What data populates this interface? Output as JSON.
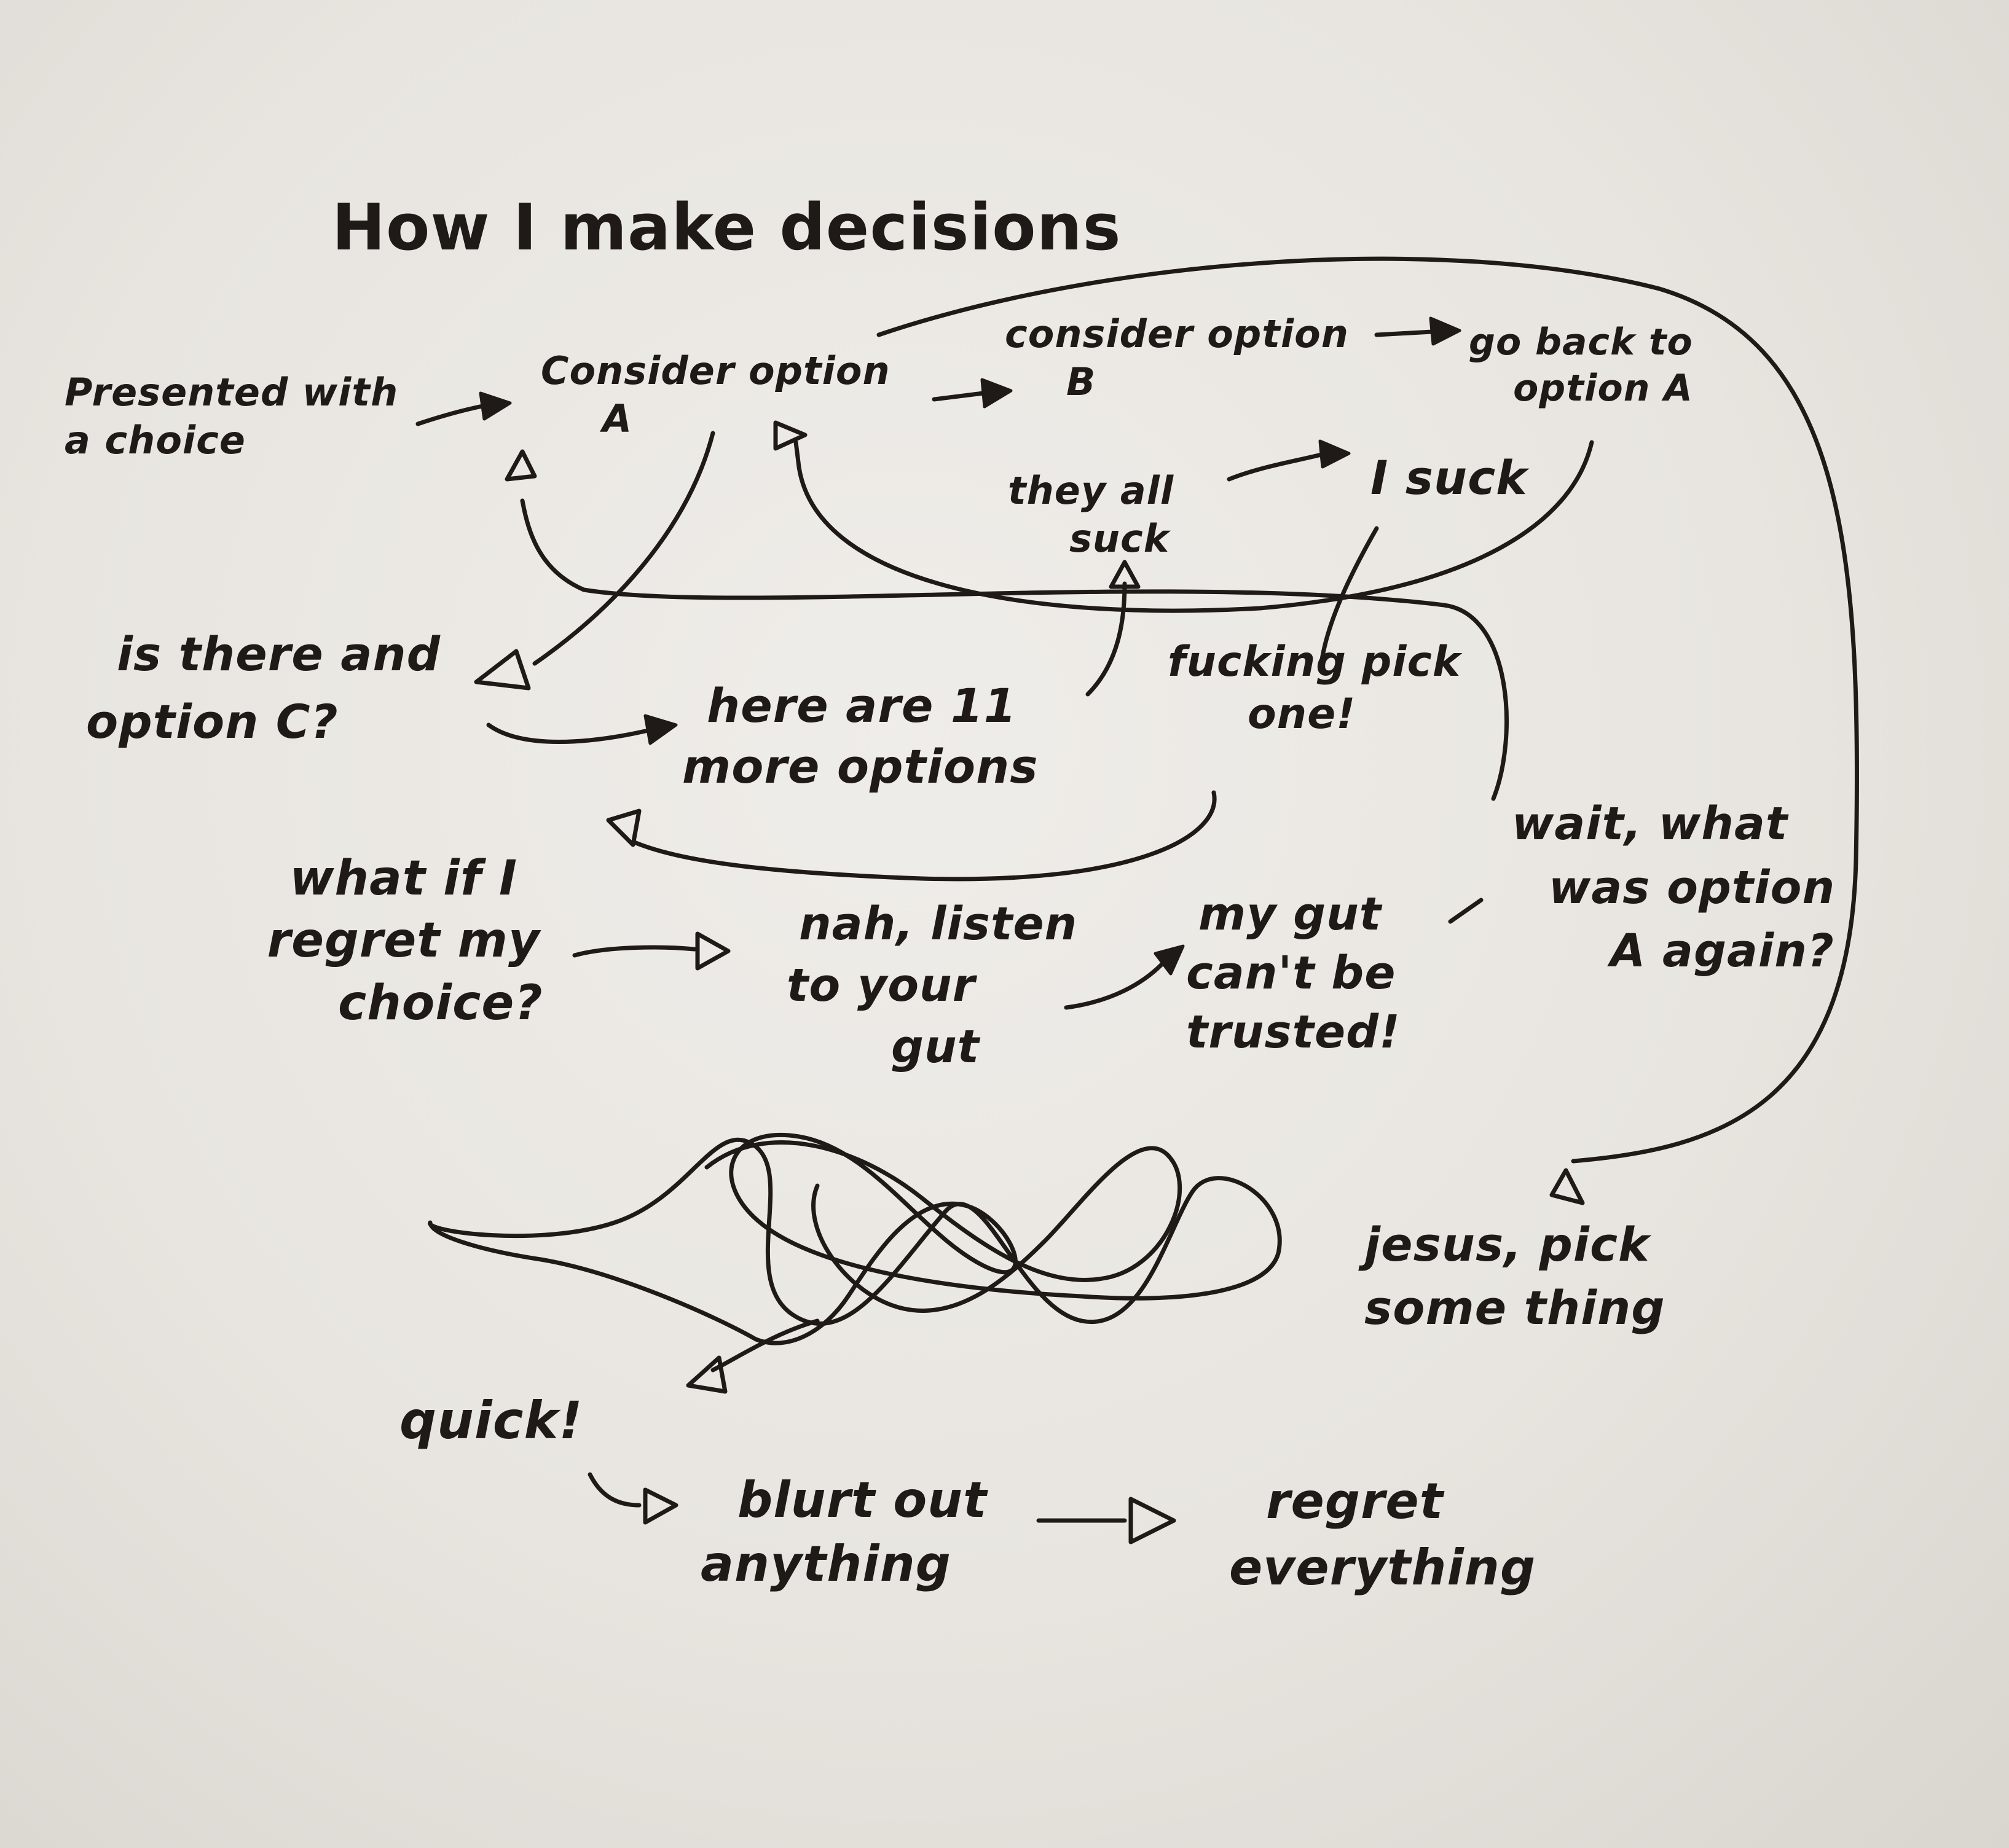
{
  "title": "How I make decisions",
  "nodes": {
    "presented": [
      "Presented with",
      "a choice"
    ],
    "option_a": [
      "Consider option",
      "A"
    ],
    "option_b": [
      "consider option",
      "B"
    ],
    "go_back": [
      "go back to",
      "option A"
    ],
    "they_all_suck": [
      "they all",
      "suck"
    ],
    "i_suck": [
      "I suck"
    ],
    "option_c": [
      "is there and",
      "option C?"
    ],
    "more_options": [
      "here are 11",
      "more options"
    ],
    "pick_one": [
      "fucking pick",
      "one!"
    ],
    "what_if": [
      "what if I",
      "regret my",
      "choice?"
    ],
    "listen_gut": [
      "nah, listen",
      "to your",
      "gut"
    ],
    "gut_trust": [
      "my gut",
      "can't be",
      "trusted!"
    ],
    "wait": [
      "wait, what",
      "was option",
      "A again?"
    ],
    "jesus": [
      "jesus, pick",
      "some thing"
    ],
    "quick": [
      "quick!"
    ],
    "blurt": [
      "blurt out",
      "anything"
    ],
    "regret": [
      "regret",
      "everything"
    ]
  }
}
